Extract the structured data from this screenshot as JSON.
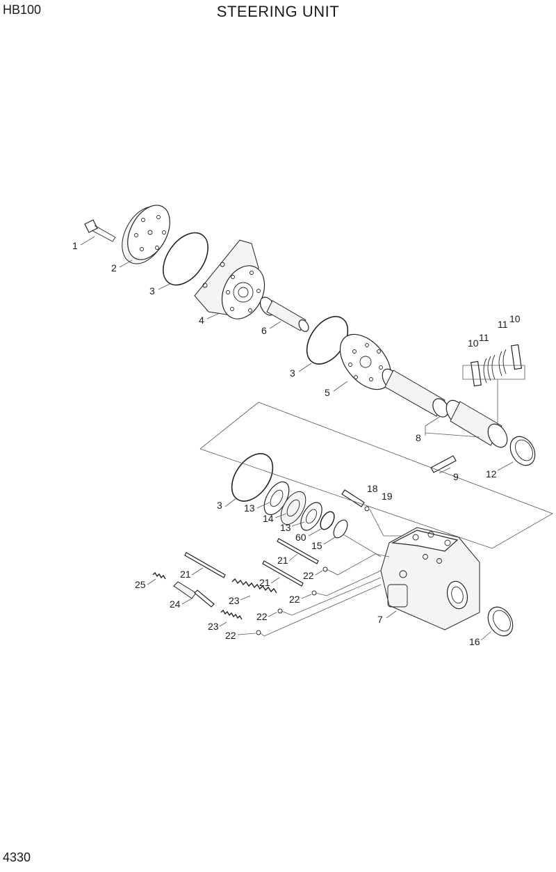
{
  "header": {
    "model": "HB100",
    "title": "STEERING UNIT"
  },
  "footer": {
    "page_number": "4330"
  },
  "callouts": [
    {
      "id": "1",
      "text": "1"
    },
    {
      "id": "2",
      "text": "2"
    },
    {
      "id": "3a",
      "text": "3"
    },
    {
      "id": "4",
      "text": "4"
    },
    {
      "id": "6",
      "text": "6"
    },
    {
      "id": "3b",
      "text": "3"
    },
    {
      "id": "5",
      "text": "5"
    },
    {
      "id": "10a",
      "text": "10"
    },
    {
      "id": "11a",
      "text": "11"
    },
    {
      "id": "11b",
      "text": "11"
    },
    {
      "id": "10b",
      "text": "10"
    },
    {
      "id": "8",
      "text": "8"
    },
    {
      "id": "9",
      "text": "9"
    },
    {
      "id": "12",
      "text": "12"
    },
    {
      "id": "3c",
      "text": "3"
    },
    {
      "id": "13a",
      "text": "13"
    },
    {
      "id": "14",
      "text": "14"
    },
    {
      "id": "13b",
      "text": "13"
    },
    {
      "id": "60",
      "text": "60"
    },
    {
      "id": "15",
      "text": "15"
    },
    {
      "id": "18",
      "text": "18"
    },
    {
      "id": "19",
      "text": "19"
    },
    {
      "id": "21a",
      "text": "21"
    },
    {
      "id": "21b",
      "text": "21"
    },
    {
      "id": "21c",
      "text": "21"
    },
    {
      "id": "22a",
      "text": "22"
    },
    {
      "id": "22b",
      "text": "22"
    },
    {
      "id": "22c",
      "text": "22"
    },
    {
      "id": "22d",
      "text": "22"
    },
    {
      "id": "25",
      "text": "25"
    },
    {
      "id": "24",
      "text": "24"
    },
    {
      "id": "23a",
      "text": "23"
    },
    {
      "id": "23b",
      "text": "23"
    },
    {
      "id": "7",
      "text": "7"
    },
    {
      "id": "16",
      "text": "16"
    }
  ]
}
